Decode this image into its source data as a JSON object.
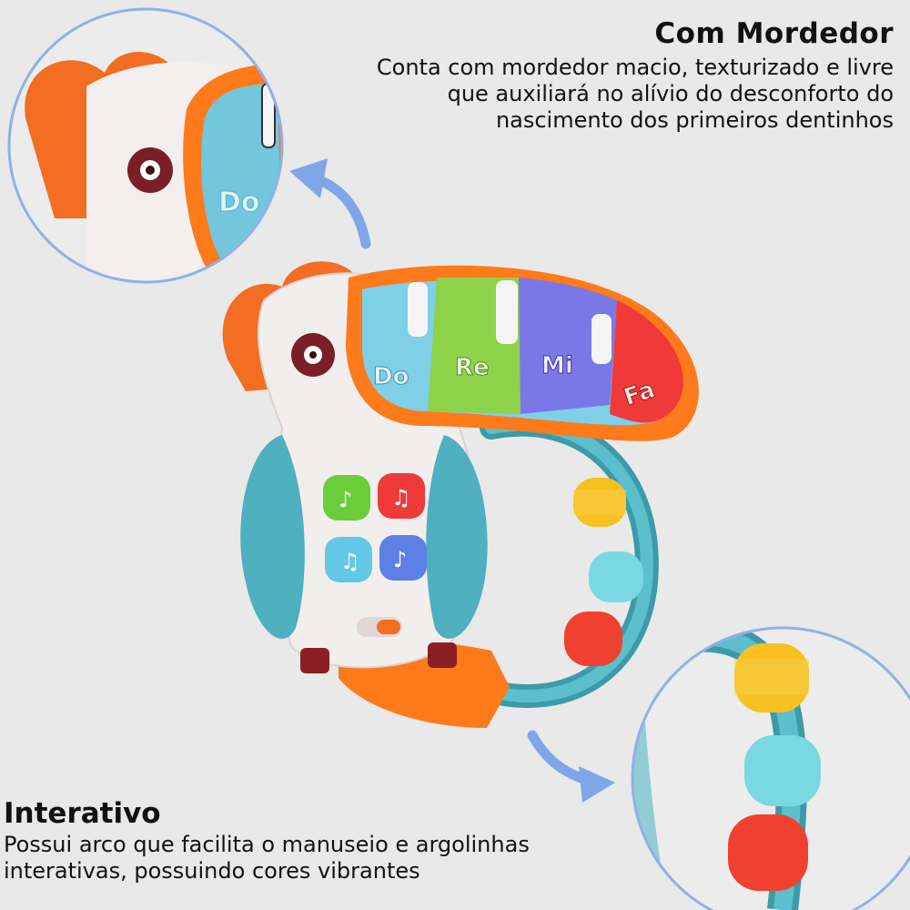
{
  "top_feature": {
    "title": "Com Mordedor",
    "lines": [
      "Conta com mordedor macio, texturizado e livre",
      "que auxiliará no alívio do desconforto do",
      "nascimento dos primeiros dentinhos"
    ]
  },
  "bottom_feature": {
    "title": "Interativo",
    "lines": [
      "Possui arco que facilita o manuseio e argolinhas",
      "interativas, possuindo cores vibrantes"
    ]
  },
  "toy": {
    "keys": [
      "Do",
      "Re",
      "Mi",
      "Fa"
    ],
    "zoom_key": "Do"
  },
  "colors": {
    "background": "#e9e9e9",
    "circle_outline": "#8fb1e6",
    "arrow": "#7fa6e8",
    "orange": "#ff7a1a",
    "teal": "#4fb0bf",
    "key_blue": "#7fd0e6",
    "key_green": "#8ed24a",
    "key_purple": "#7a78e6",
    "key_red": "#f03a3a",
    "bead_yellow": "#f8c020",
    "bead_cyan": "#7ad8e2",
    "bead_red": "#f04030"
  }
}
